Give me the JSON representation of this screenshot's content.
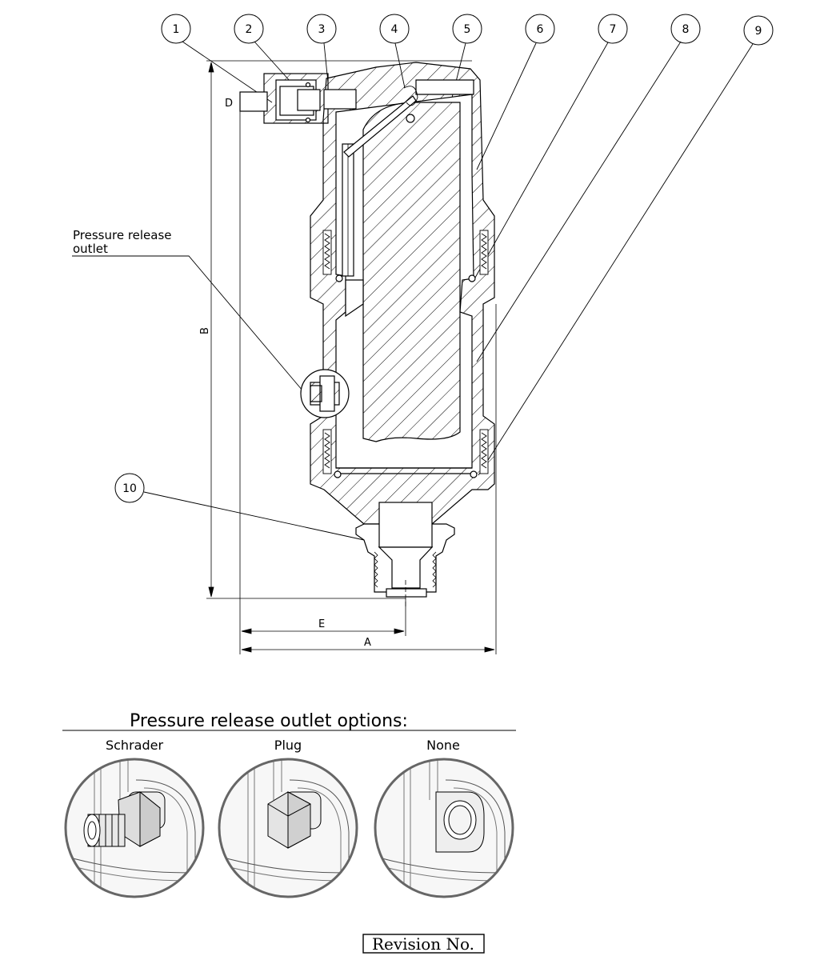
{
  "balloons": [
    "1",
    "2",
    "3",
    "4",
    "5",
    "6",
    "7",
    "8",
    "9",
    "10"
  ],
  "callout": {
    "line1": "Pressure release",
    "line2": "outlet"
  },
  "dimensions": {
    "a": "A",
    "b": "B",
    "d": "D",
    "e": "E"
  },
  "options": {
    "heading": "Pressure release outlet options:",
    "items": [
      {
        "label": "Schrader"
      },
      {
        "label": "Plug"
      },
      {
        "label": "None"
      }
    ]
  },
  "revision": {
    "label": "Revision No."
  }
}
